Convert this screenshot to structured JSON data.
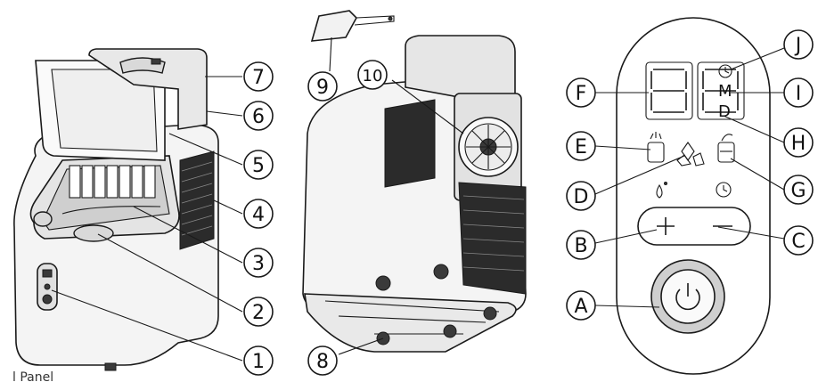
{
  "left_callouts": [
    {
      "id": "c1",
      "text": "1"
    },
    {
      "id": "c2",
      "text": "2"
    },
    {
      "id": "c3",
      "text": "3"
    },
    {
      "id": "c4",
      "text": "4"
    },
    {
      "id": "c5",
      "text": "5"
    },
    {
      "id": "c6",
      "text": "6"
    },
    {
      "id": "c7",
      "text": "7"
    }
  ],
  "middle_callouts": [
    {
      "id": "c8",
      "text": "8"
    },
    {
      "id": "c9",
      "text": "9"
    },
    {
      "id": "c10",
      "text": "10"
    }
  ],
  "panel_callouts": [
    {
      "id": "cA",
      "text": "A"
    },
    {
      "id": "cB",
      "text": "B"
    },
    {
      "id": "cC",
      "text": "C"
    },
    {
      "id": "cD",
      "text": "D"
    },
    {
      "id": "cE",
      "text": "E"
    },
    {
      "id": "cF",
      "text": "F"
    },
    {
      "id": "cG",
      "text": "G"
    },
    {
      "id": "cH",
      "text": "H"
    },
    {
      "id": "cI",
      "text": "I"
    },
    {
      "id": "cJ",
      "text": "J"
    }
  ],
  "panel": {
    "display_digits": "88",
    "mode_letter_m": "M",
    "mode_letter_d": "D",
    "plus_symbol": "+",
    "minus_symbol": "−"
  },
  "bottom_caption": "l Panel"
}
